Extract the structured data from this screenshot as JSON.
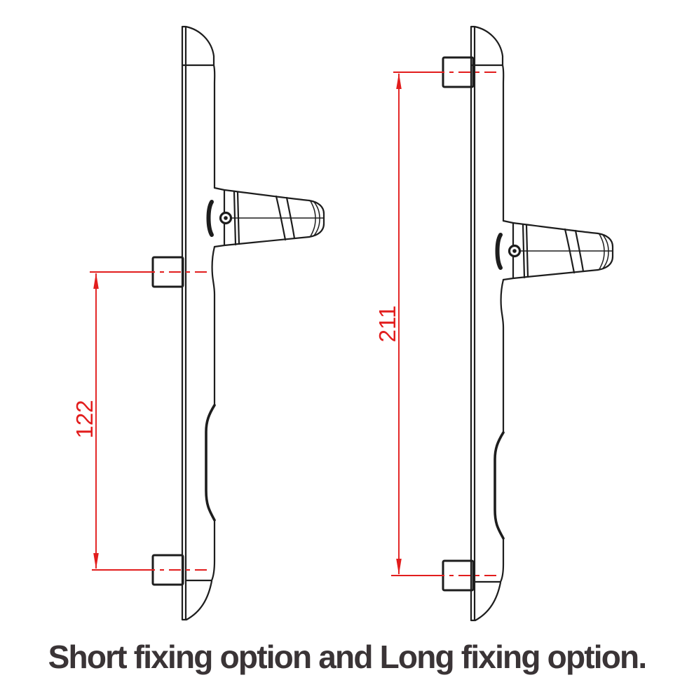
{
  "colors": {
    "background": "#ffffff",
    "line": "#1d1d1d",
    "red": "#e21d1d",
    "caption": "#3a3436"
  },
  "drawings": {
    "short": {
      "dimension_label": "122"
    },
    "long": {
      "dimension_label": "211"
    }
  },
  "caption": {
    "text": "Short fixing option and Long fixing option."
  }
}
